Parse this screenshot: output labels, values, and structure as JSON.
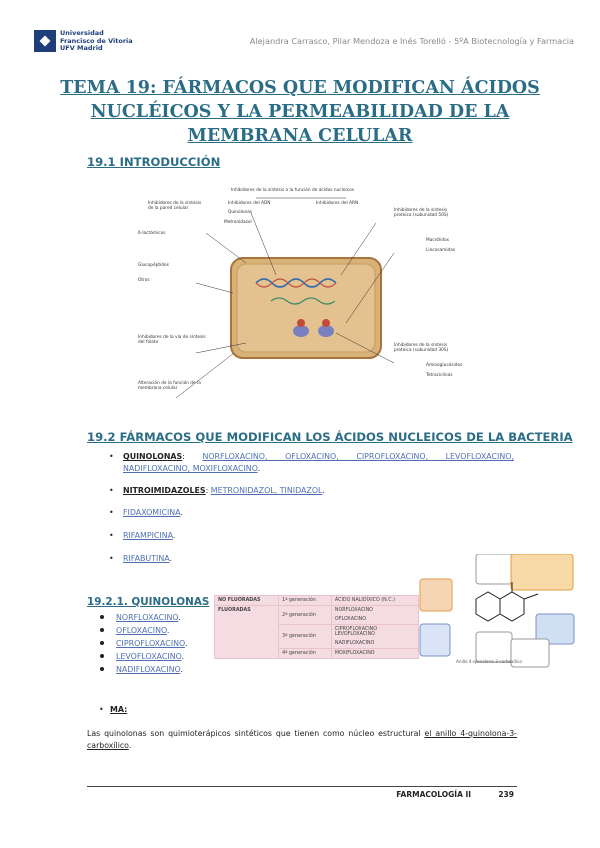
{
  "header": {
    "logo_line1": "Universidad",
    "logo_line2": "Francisco de Vitoria",
    "logo_line3": "UFV Madrid",
    "authors": "Alejandra Carrasco, Pilar Mendoza e Inés Torelló - 5ºA Biotecnología y Farmacia"
  },
  "title": "TEMA 19: FÁRMACOS QUE MODIFICAN ÁCIDOS NUCLÉICOS Y LA PERMEABILIDAD DE LA MEMBRANA CELULAR",
  "section_intro": "19.1 INTRODUCCIÓN",
  "figure": {
    "top_title": "Inhibidores de la síntesis o la función de ácidos nucleicos",
    "inhib_adn": "Inhibidores del ADN",
    "inhib_arn": "Inhibidores del ARN",
    "quinolonas": "Quinolonas",
    "metronidazol": "Metronidazol",
    "cell_wall_title": "Inhibidores de la síntesis de la pared celular",
    "protein_title": "Inhibidores de la síntesis proteica (subunidad 50S)",
    "protein30_title": "Inhibidores de la síntesis proteica (subunidad 30S)",
    "folate_title": "Inhibidores de la vía de síntesis del folato",
    "membrane_title": "Alteración de la función de la membrana celular",
    "bl": "ß-lactámicos",
    "glucopept": "Glucopéptidos",
    "otros": "Otros",
    "macrolidos": "Macrólidos",
    "lincosamidas": "Lincosamidas",
    "aminoglucosidos": "Aminoglucósidos",
    "tetraciclinas": "Tetraciclinas"
  },
  "section_drugs": "19.2 FÁRMACOS QUE MODIFICAN LOS ÁCIDOS NUCLEICOS DE LA BACTERIA",
  "bullets": {
    "quinolonas_label": "QUINOLONAS",
    "quinolonas_drugs": "NORFLOXACINO, OFLOXACINO, CIPROFLOXACINO, LEVOFLOXACINO, NADIFLOXACINO, MOXIFLOXACINO",
    "nitro_label": "NITROIMIDAZOLES",
    "nitro_drugs": "METRONIDAZOL, TINIDAZOL",
    "b3": "FIDAXOMICINA",
    "b4": "RIFAMPICINA",
    "b5": "RIFABUTINA"
  },
  "section_quin": "19.2.1. QUINOLONAS",
  "quin_list": [
    "NORFLOXACINO",
    "OFLOXACINO",
    "CIPROFLOXACINO",
    "LEVOFLOXACINO",
    "NADIFLOXACINO"
  ],
  "table": {
    "r1": [
      "NO FLUORADAS",
      "1ª generación",
      "ÁCIDO NALIDÍXICO (N.C.)"
    ],
    "r2": [
      "FLUORADAS",
      "2ª generación",
      "NORFLOXACINO",
      "OFLOXACINO"
    ],
    "r3": [
      "3ª generación",
      "CIPROFLOXACINO",
      "LEVOFLOXACINO",
      "NADIFLOXACINO"
    ],
    "r4": [
      "4ª generación",
      "MOXIFLOXACINO"
    ]
  },
  "struct_caption": "Anillo 4-quinolona-3-carboxílico",
  "ma_label": "MA:",
  "paragraph_text": "Las quinolonas son quimioterápicos sintéticos que tienen como núcleo estructural",
  "paragraph_link": "el anillo 4-quinolona-3-carboxílico",
  "footer": {
    "subject": "FARMACOLOGÍA II",
    "page": "239"
  },
  "colors": {
    "heading": "#2b6c86",
    "link": "#4f6fb5",
    "table_bg": "#f5dbe2",
    "cell_fill": "#d9b27a"
  }
}
